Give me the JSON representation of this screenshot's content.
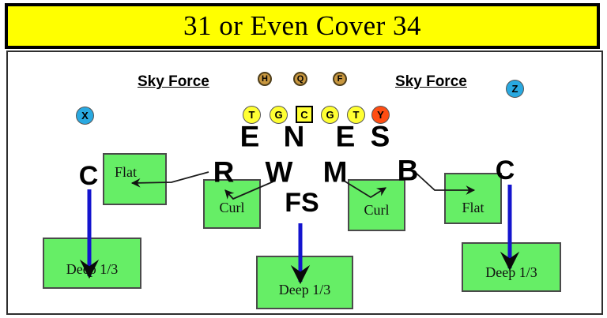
{
  "title": "31 or Even Cover 34",
  "labels": {
    "sky_force_left": "Sky Force",
    "sky_force_right": "Sky Force"
  },
  "offense": {
    "backfield": [
      {
        "label": "H"
      },
      {
        "label": "Q"
      },
      {
        "label": "F"
      }
    ],
    "line": [
      {
        "label": "T"
      },
      {
        "label": "G"
      },
      {
        "label": "C"
      },
      {
        "label": "G"
      },
      {
        "label": "T"
      },
      {
        "label": "Y"
      }
    ],
    "split_left": {
      "label": "X"
    },
    "split_right": {
      "label": "Z"
    }
  },
  "defense": {
    "dline": [
      {
        "label": "E"
      },
      {
        "label": "N"
      },
      {
        "label": "E"
      },
      {
        "label": "S"
      }
    ],
    "linebackers": [
      {
        "label": "R"
      },
      {
        "label": "W"
      },
      {
        "label": "M"
      },
      {
        "label": "B"
      }
    ],
    "free_safety": {
      "label": "FS"
    },
    "corner_left": {
      "label": "C"
    },
    "corner_right": {
      "label": "C"
    }
  },
  "zones": {
    "flat_left": {
      "label": "Flat"
    },
    "curl_left": {
      "label": "Curl"
    },
    "curl_right": {
      "label": "Curl"
    },
    "flat_right": {
      "label": "Flat"
    },
    "deep_left": {
      "label": "Deep 1/3"
    },
    "deep_middle": {
      "label": "Deep 1/3"
    },
    "deep_right": {
      "label": "Deep 1/3"
    }
  },
  "colors": {
    "banner_yellow": "#FFFF00",
    "zone_green": "#66EE66",
    "drop_blue": "#1414CE",
    "oline_yellow": "#FFFF33",
    "tight_end_orange": "#FF4D12",
    "receiver_blue": "#29A9E1",
    "backfield_tan": "#C8973F"
  }
}
